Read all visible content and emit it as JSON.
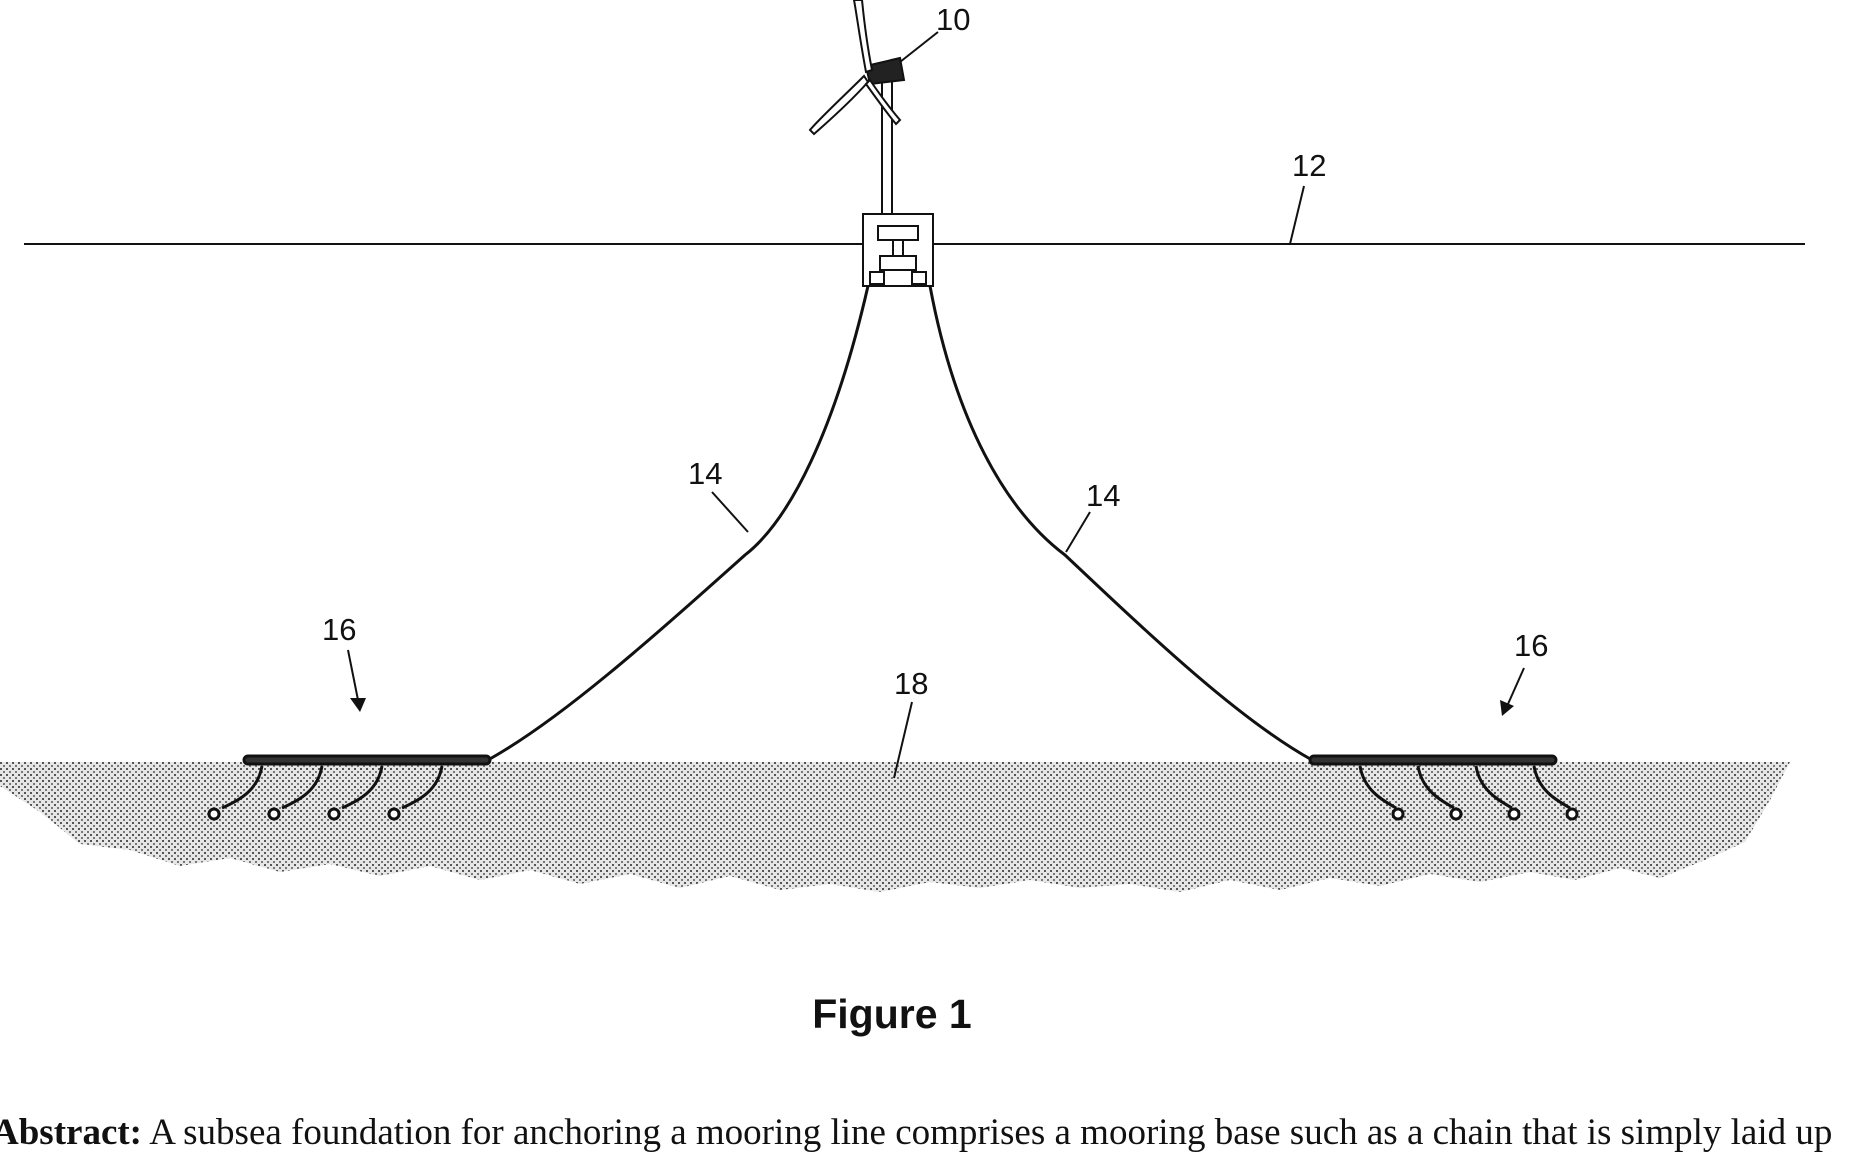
{
  "figure": {
    "caption": "Figure 1",
    "labels": {
      "turbine": "10",
      "sea_surface": "12",
      "mooring_line_left": "14",
      "mooring_line_right": "14",
      "mooring_base_left": "16",
      "mooring_base_right": "16",
      "seabed": "18"
    }
  },
  "abstract": {
    "label": "Abstract:",
    "text": "A subsea foundation for anchoring a mooring line comprises a mooring base such as a chain that is simply laid up"
  },
  "colors": {
    "ink": "#111111",
    "seabed_fill": "#c8c8c8"
  }
}
